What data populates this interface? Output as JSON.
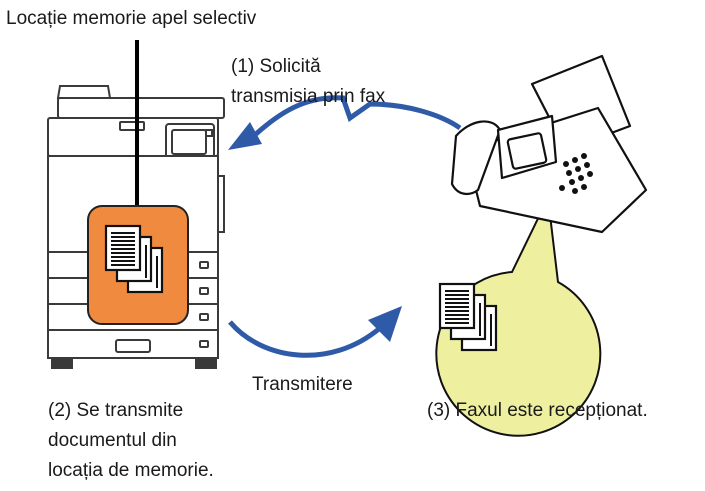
{
  "labels": {
    "memory_location": "Locație memorie apel selectiv",
    "step1_line1": "(1) Solicită",
    "step1_line2": "transmisia prin fax",
    "transmit": "Transmitere",
    "step2_line1": "(2) Se transmite",
    "step2_line2": "documentul din",
    "step2_line3": "locația de memorie.",
    "step3": "(3) Faxul este recepționat."
  },
  "colors": {
    "arrow": "#2f5aa8",
    "memory_box": "#f08a3e",
    "received_bubble": "#eef0a0",
    "device_outline": "#3a3a3a"
  },
  "icons": {
    "copier": "multifunction-printer-icon",
    "fax": "fax-machine-icon",
    "documents": "document-stack-icon"
  }
}
